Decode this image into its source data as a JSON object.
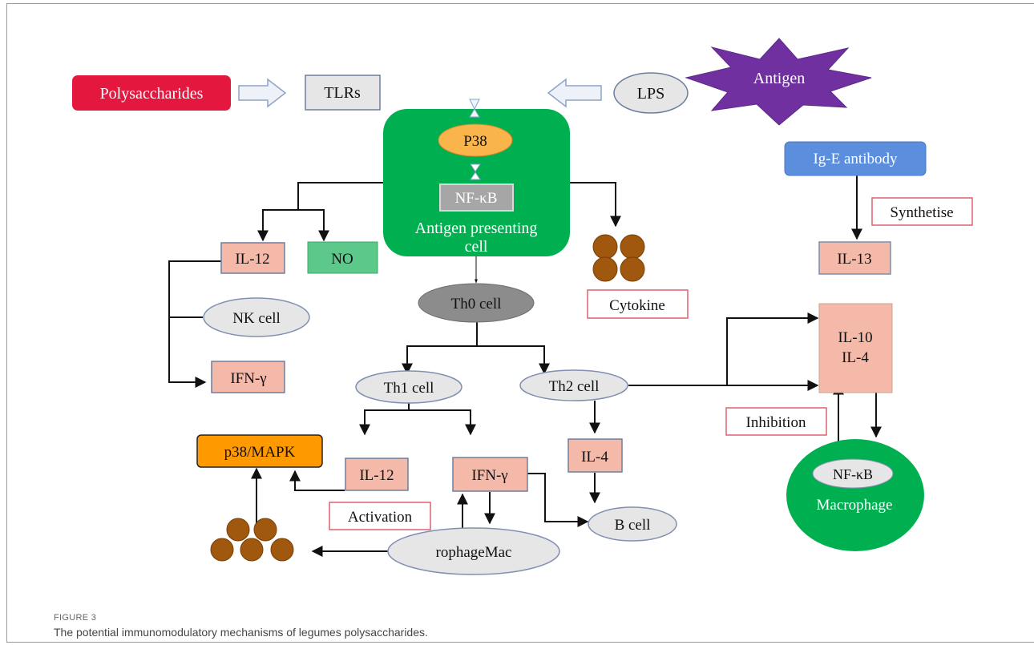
{
  "figure": {
    "label": "FIGURE 3",
    "caption": "The potential immunomodulatory mechanisms of legumes polysaccharides."
  },
  "nodes": {
    "polysaccharides": "Polysaccharides",
    "tlrs": "TLRs",
    "lps": "LPS",
    "antigen": "Antigen",
    "p38": "P38",
    "nfkb_apc": "NF-κB",
    "apc_line1": "Antigen presenting",
    "apc_line2": "cell",
    "ige_antibody": "Ig-E antibody",
    "synthetise": "Synthetise",
    "il13": "IL-13",
    "il12_top": "IL-12",
    "no": "NO",
    "nk_cell": "NK cell",
    "ifn_left": "IFN-γ",
    "th0": "Th0 cell",
    "cytokine": "Cytokine",
    "th1": "Th1 cell",
    "th2": "Th2 cell",
    "il10": "IL-10",
    "il4_box": "IL-4",
    "inhibition": "Inhibition",
    "p38mapk": "p38/MAPK",
    "il12_mid": "IL-12",
    "ifn_mid": "IFN-γ",
    "il4_mid": "IL-4",
    "activation": "Activation",
    "b_cell": "B cell",
    "rophagemac": "rophageMac",
    "nfkb_mac": "NF-κB",
    "macrophage": "Macrophage"
  },
  "colors": {
    "green": "#00b050",
    "salmon": "#f4b9a8",
    "node_gray": "#e6e6e6",
    "th0_gray": "#8c8c8c",
    "crimson": "#e4173f",
    "purple": "#7030a0",
    "orange_oval": "#f9b44c",
    "orange_box": "#ff9900",
    "blue": "#5b8fde",
    "brown": "#a0570e",
    "no_green": "#5cc98a",
    "red_border": "#e06070"
  }
}
